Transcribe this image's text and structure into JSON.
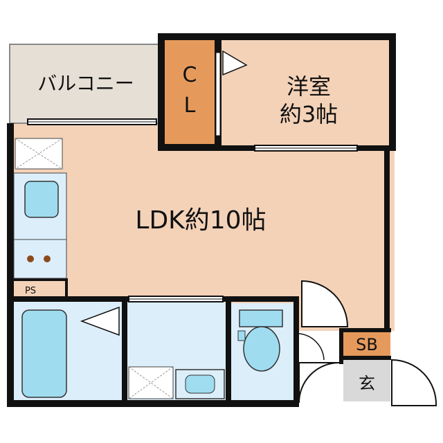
{
  "floor_plan": {
    "colors": {
      "wall": "#111111",
      "ldk_floor": "#f3d2b8",
      "balcony": "#e6dfd6",
      "closet": "#e59a5c",
      "wet_area": "#dceefa",
      "fixture": "#9fdcf0",
      "entrance": "#d9d9d9"
    },
    "rooms": {
      "balcony": "バルコニー",
      "closet_line1": "C",
      "closet_line2": "L",
      "western_room_line1": "洋室",
      "western_room_line2": "約3帖",
      "ldk": "LDK約10帖",
      "pipe_space": "PS",
      "shoe_box": "SB",
      "entrance": "玄"
    }
  }
}
